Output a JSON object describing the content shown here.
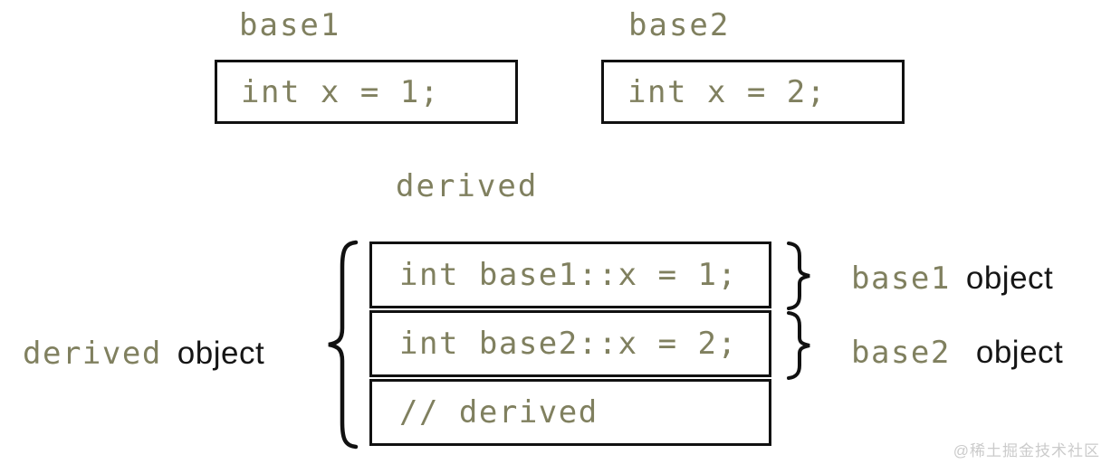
{
  "colors": {
    "text_olive": "#80805f",
    "text_black": "#151515",
    "border": "#111111",
    "watermark_gray": "#cbcbcb",
    "background": "#ffffff"
  },
  "top": {
    "base1": {
      "label": "base1",
      "code": "int x = 1;"
    },
    "base2": {
      "label": "base2",
      "code": "int x = 2;"
    }
  },
  "derived": {
    "label": "derived",
    "rows": [
      {
        "code": "int base1::x = 1;"
      },
      {
        "code": "int base2::x = 2;"
      },
      {
        "code": "// derived"
      }
    ]
  },
  "annotations": {
    "left": {
      "name": "derived",
      "suffix": "object"
    },
    "right": [
      {
        "name": "base1",
        "suffix": "object"
      },
      {
        "name": "base2",
        "suffix": "object"
      }
    ]
  },
  "watermark": {
    "text": "@稀土掘金技术社区"
  }
}
